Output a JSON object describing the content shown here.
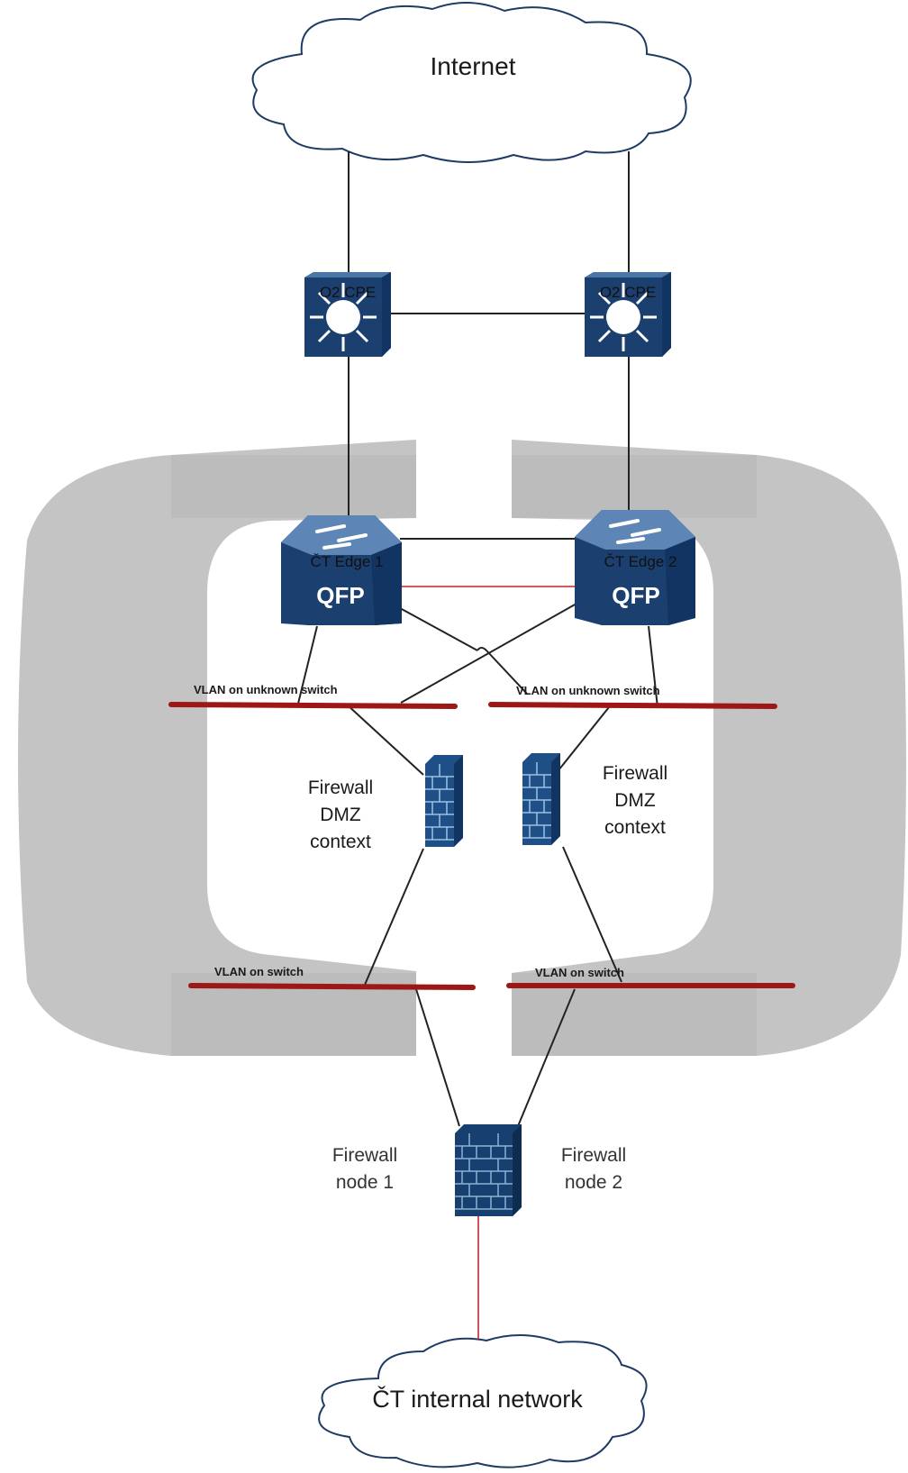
{
  "colors": {
    "device_blue": "#1b3f6e",
    "device_dark": "#0f2a4f",
    "device_light": "#4a76a8",
    "vlan_red": "#a01818",
    "zone_gray": "#b7b7b7"
  },
  "clouds": {
    "internet": "Internet",
    "internal": "ČT internal network"
  },
  "cpe": {
    "left_label": "O2 CPE",
    "right_label": "O2 CPE",
    "icon": "router-icon"
  },
  "edge": {
    "left_label": "ČT Edge 1",
    "right_label": "ČT Edge 2",
    "badge": "QFP",
    "icon": "asr-router-icon"
  },
  "vlans": {
    "top_left": "VLAN on unknown switch",
    "top_right": "VLAN on unknown switch",
    "bottom_left": "VLAN on switch",
    "bottom_right": "VLAN on switch"
  },
  "firewalls": {
    "dmz_left": "Firewall\nDMZ\ncontext",
    "dmz_right": "Firewall\nDMZ\ncontext",
    "node1": "Firewall\nnode 1",
    "node2": "Firewall\nnode 2",
    "icon": "firewall-brick-icon"
  }
}
